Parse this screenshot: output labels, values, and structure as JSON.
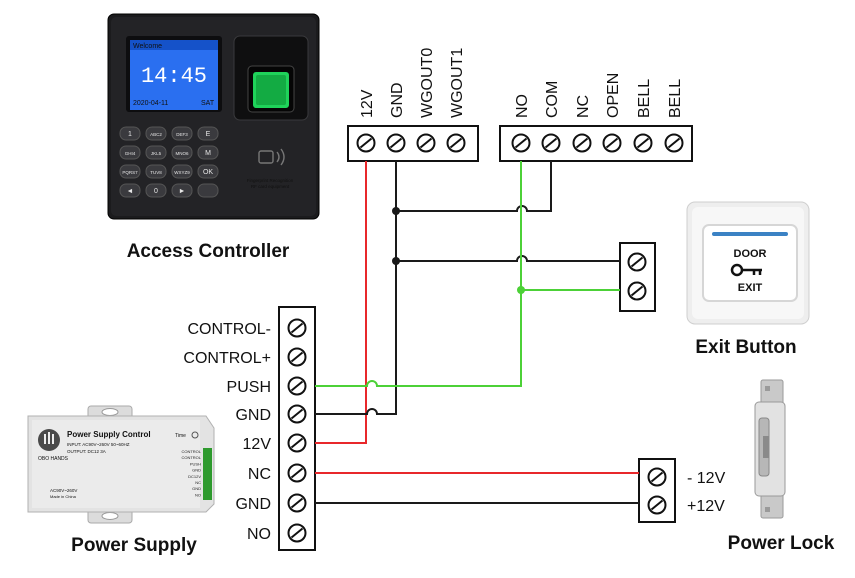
{
  "colors": {
    "positive": "#e8282b",
    "signal": "#4cd137",
    "ground": "#1a1a1a",
    "lcd": "#2a6ff0"
  },
  "access_controller": {
    "title": "Access Controller",
    "lcd_header": "Welcome",
    "lcd_time": "14:45",
    "lcd_date": "2020-04-11",
    "lcd_day": "SAT",
    "keys": [
      [
        "1",
        "ABC2",
        "DEF3",
        "E"
      ],
      [
        "GHI4",
        "JKL5",
        "MNO6",
        "M"
      ],
      [
        "PQRS7",
        "TUV8",
        "WXYZ9",
        "OK"
      ],
      [
        "◄",
        "0",
        "►",
        ""
      ]
    ],
    "sensor_caption_1": "Fingerprint Recognition",
    "sensor_caption_2": "RF card equipment"
  },
  "controller_terminals_left": [
    "12V",
    "GND",
    "WGOUT0",
    "WGOUT1"
  ],
  "controller_terminals_right": [
    "NO",
    "COM",
    "NC",
    "OPEN",
    "BELL",
    "BELL"
  ],
  "psu_terminals": [
    "CONTROL-",
    "CONTROL+",
    "PUSH",
    "GND",
    "12V",
    "NC",
    "GND",
    "NO"
  ],
  "power_supply": {
    "title": "Power Supply",
    "panel_title": "Power Supply Control",
    "panel_line1": "INPUT:  AC90V~260V 50~60HZ",
    "panel_line2": "OUTPUT:  DC12  3A",
    "brand": "OBO HANDS",
    "time_label": "Time",
    "bottom_line1": "AC90V~260V",
    "bottom_line2": "Made in China",
    "side_labels": [
      "CONTROL",
      "CONTROL",
      "PUSH",
      "GND",
      "DC12V",
      "NC",
      "GND",
      "NO"
    ]
  },
  "exit_button": {
    "title": "Exit Button",
    "line1": "DOOR",
    "line2": "EXIT"
  },
  "power_lock": {
    "title": "Power Lock",
    "terminals": [
      "- 12V",
      "+12V"
    ]
  }
}
